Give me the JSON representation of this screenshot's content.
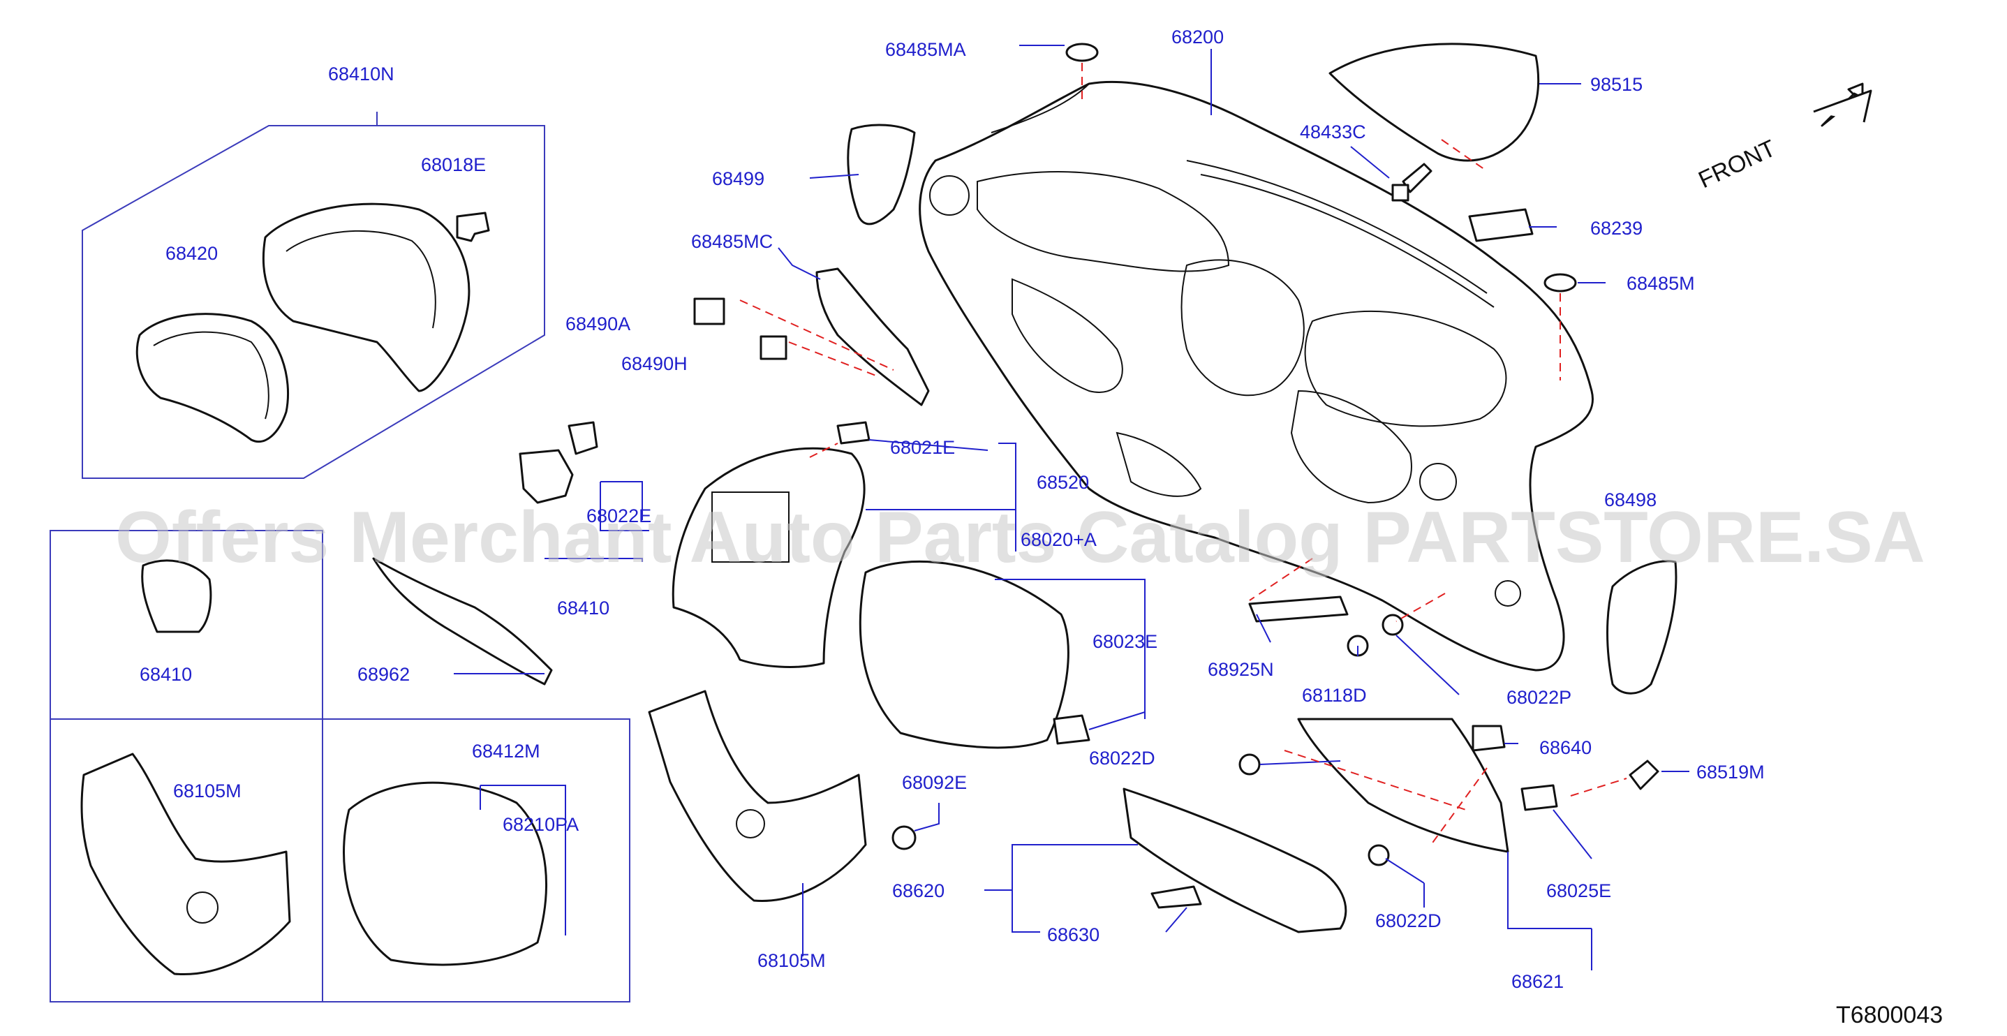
{
  "labels": {
    "p68410N": "68410N",
    "p68018E": "68018E",
    "p68420": "68420",
    "p68485MA": "68485MA",
    "p68200": "68200",
    "p98515": "98515",
    "p48433C": "48433C",
    "p68499": "68499",
    "p68485MC": "68485MC",
    "p68239": "68239",
    "p68485M": "68485M",
    "p68490A": "68490A",
    "p68490H": "68490H",
    "p68021E": "68021E",
    "p68520": "68520",
    "p68022E": "68022E",
    "p68020A": "68020+A",
    "p68498": "68498",
    "p68410_mid": "68410",
    "p68410_left": "68410",
    "p68023E": "68023E",
    "p68925N": "68925N",
    "p68118D": "68118D",
    "p68022P": "68022P",
    "p68962": "68962",
    "p68022D_a": "68022D",
    "p68640": "68640",
    "p68105M_left": "68105M",
    "p68412M": "68412M",
    "p68092E": "68092E",
    "p68519M": "68519M",
    "p68210PA": "68210PA",
    "p68620": "68620",
    "p68025E": "68025E",
    "p68022D_b": "68022D",
    "p68630": "68630",
    "p68105M_mid": "68105M",
    "p68621": "68621",
    "front": "FRONT",
    "diagram_id": "T6800043"
  },
  "watermark": "Offers Merchant Auto Parts Catalog PARTSTORE.SA",
  "colors": {
    "label": "#2020cc",
    "leader": "#2020cc",
    "dashed_leader": "#e02020",
    "part_outline": "#111111",
    "watermark": "#c8c8c8",
    "background": "#ffffff"
  }
}
